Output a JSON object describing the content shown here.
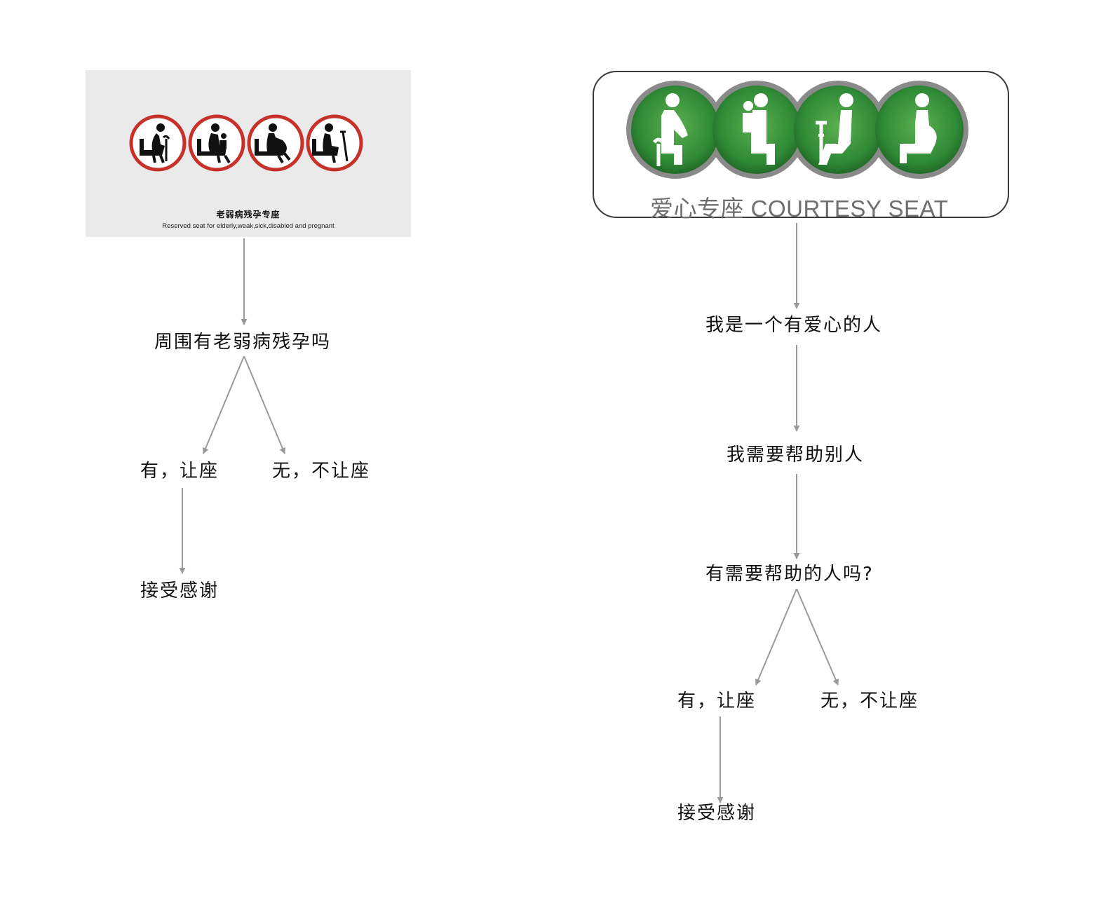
{
  "left_flow": {
    "sign": {
      "title_cn": "老弱病残孕专座",
      "title_en": "Reserved seat for elderly,weak,sick,disabled and pregnant",
      "icon_names": [
        "elderly-with-cane-icon",
        "parent-with-child-icon",
        "pregnant-woman-icon",
        "person-with-crutch-icon"
      ],
      "ring_color": "#d03a2e"
    },
    "question": "周围有老弱病残孕吗",
    "yes": "有，让座",
    "no": "无，不让座",
    "result": "接受感谢"
  },
  "right_flow": {
    "sign": {
      "caption": "爱心专座 COURTESY SEAT",
      "icon_names": [
        "elderly-with-cane-icon",
        "parent-with-child-icon",
        "person-with-crutch-icon",
        "pregnant-woman-icon"
      ],
      "badge_color": "#2f8a36"
    },
    "step1": "我是一个有爱心的人",
    "step2": "我需要帮助别人",
    "question": "有需要帮助的人吗?",
    "yes": "有，让座",
    "no": "无，不让座",
    "result": "接受感谢"
  },
  "colors": {
    "arrow": "#9a9a9a",
    "text": "#111111"
  }
}
